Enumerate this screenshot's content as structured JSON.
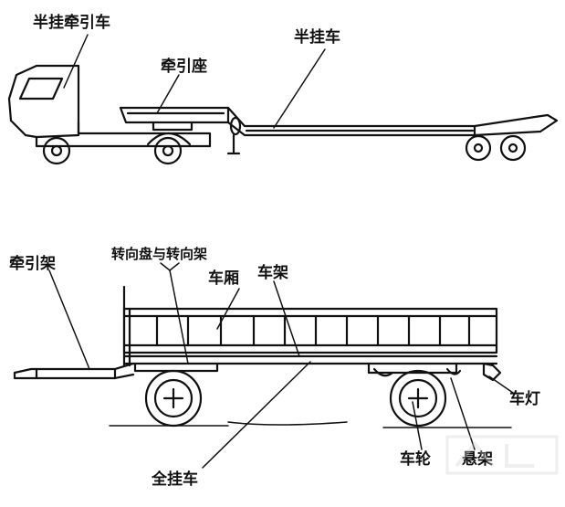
{
  "top_diagram": {
    "label_semitrailer_tractor": "半挂牵引车",
    "label_fifth_wheel": "牵引座",
    "label_semitrailer": "半挂车"
  },
  "bottom_diagram": {
    "label_drawbar": "牵引架",
    "label_turntable": "转向盘与转向架",
    "label_body": "车厢",
    "label_frame": "车架",
    "label_light": "车灯",
    "label_full_trailer": "全挂车",
    "label_wheel": "车轮",
    "label_suspension": "悬架"
  }
}
